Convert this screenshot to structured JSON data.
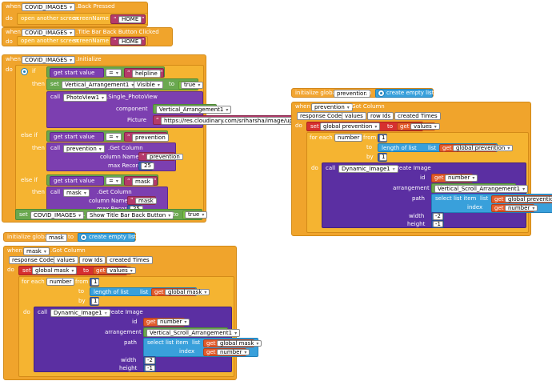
{
  "blocks": {
    "back_pressed": {
      "when": "when",
      "component": "COVID_IMAGES",
      "event": ".Back Pressed",
      "do": "do",
      "action": "open another screen",
      "param": "screenName",
      "value": "HOME"
    },
    "title_bar": {
      "when": "when",
      "component": "COVID_IMAGES",
      "event": ".Title Bar Back Button Clicked",
      "do": "do",
      "action": "open another screen",
      "param": "screenName",
      "value": "HOME"
    },
    "initialize": {
      "when": "when",
      "component": "COVID_IMAGES",
      "event": ".Initialize",
      "do": "do",
      "if": "if",
      "get_start_value": "get start value",
      "eq": "=",
      "helpline": "helpline",
      "then": "then",
      "set": "set",
      "arr": "Vertical_Arrangement1",
      "visible": "Visible",
      "to": "to",
      "true": "true",
      "call": "call",
      "photo": "PhotoView1",
      "single_photo": ".Single_PhotoView",
      "component_lbl": "component",
      "picture_lbl": "Picture",
      "url": "https://res.cloudinary.com/sriharsha/image/uploa",
      "else_if": "else if",
      "prevention": "prevention",
      "get_column": ".Get Column",
      "column_name": "column Name",
      "max_record": "max Record",
      "max_val": "25",
      "mask": "mask",
      "set_title": "Show Title Bar Back Button"
    },
    "init_prevention": {
      "initialize": "initialize global",
      "name": "prevention",
      "to": "to",
      "create": "create empty list"
    },
    "prevention_got": {
      "when": "when",
      "component": "prevention",
      "event": ".Got Column",
      "params": [
        "response Code",
        "values",
        "row Ids",
        "created Times"
      ],
      "do": "do",
      "set": "set",
      "global_var": "global prevention",
      "to": "to",
      "get": "get",
      "values": "values",
      "for_each": "for each",
      "number": "number",
      "from": "from",
      "by": "by",
      "one": "1",
      "length": "length of list",
      "list": "list",
      "call": "call",
      "dyn": "Dynamic_Image1",
      "create_image": ".Create Image",
      "id": "id",
      "arrangement": "arrangement",
      "path": "path",
      "width": "width",
      "height": "height",
      "vs_arr": "Vertical_Scroll_Arrangement1",
      "select_item": "select list item",
      "index": "index",
      "neg2": "-2",
      "neg1": "-1"
    },
    "init_mask": {
      "initialize": "initialize global",
      "name": "mask",
      "to": "to",
      "create": "create empty list"
    },
    "mask_got": {
      "when": "when",
      "component": "mask",
      "event": ".Got Column",
      "params": [
        "response Code",
        "values",
        "row Ids",
        "created Times"
      ],
      "do": "do",
      "set": "set",
      "global_var": "global mask",
      "to": "to",
      "get": "get",
      "values": "values",
      "for_each": "for each",
      "number": "number",
      "from": "from",
      "by": "by",
      "one": "1",
      "length": "length of list",
      "list": "list",
      "call": "call",
      "dyn": "Dynamic_Image1",
      "create_image": ".Create Image",
      "id": "id",
      "arrangement": "arrangement",
      "path": "path",
      "width": "width",
      "height": "height",
      "vs_arr": "Vertical_Scroll_Arrangement1",
      "select_item": "select list item",
      "index": "index",
      "neg2": "-2",
      "neg1": "-1"
    }
  }
}
